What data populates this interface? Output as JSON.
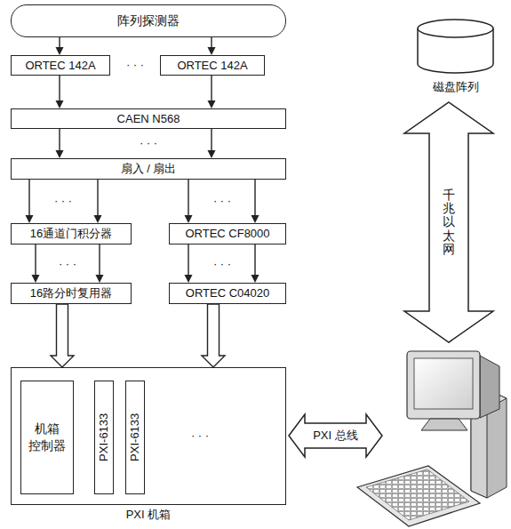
{
  "diagram": {
    "nodes": [
      {
        "text": [
          "阵列探测器"
        ]
      },
      {
        "text": [
          "ORTEC 142A"
        ]
      },
      {
        "text": [
          "ORTEC 142A"
        ]
      },
      {
        "text": [
          "CAEN N568"
        ]
      },
      {
        "text": [
          "扇入 / 扇出"
        ]
      },
      {
        "text": [
          "16通道门积分器"
        ]
      },
      {
        "text": [
          "ORTEC CF8000"
        ]
      },
      {
        "text": [
          "16路分时复用器"
        ]
      },
      {
        "text": [
          "ORTEC C04020"
        ]
      },
      {
        "text": [
          "PXI 机箱"
        ]
      },
      {
        "text": [
          "机箱 控制器"
        ],
        "in": 9
      },
      {
        "text": [
          "PXI-6133"
        ],
        "in": 9
      },
      {
        "text": [
          "PXI-6133"
        ],
        "in": 9
      },
      {
        "text": [
          "磁盘阵列"
        ]
      }
    ],
    "edges": [
      {
        "from": 0,
        "to": 1,
        "arrow": "to"
      },
      {
        "from": 0,
        "to": 2,
        "arrow": "to"
      },
      {
        "from": 1,
        "to": 3,
        "arrow": "to"
      },
      {
        "from": 2,
        "to": 3,
        "arrow": "to"
      },
      {
        "from": 3,
        "to": 4,
        "arrow": "to"
      },
      {
        "from": 3,
        "to": 4,
        "arrow": "to"
      },
      {
        "from": 4,
        "to": 5,
        "arrow": "to"
      },
      {
        "from": 4,
        "to": 5,
        "arrow": "to"
      },
      {
        "from": 4,
        "to": 6,
        "arrow": "to"
      },
      {
        "from": 4,
        "to": 6,
        "arrow": "to"
      },
      {
        "from": 5,
        "to": 7,
        "arrow": "to"
      },
      {
        "from": 5,
        "to": 7,
        "arrow": "to"
      },
      {
        "from": 6,
        "to": 8,
        "arrow": "to"
      },
      {
        "from": 6,
        "to": 8,
        "arrow": "to"
      },
      {
        "from": 7,
        "to": 9,
        "arrow": "to"
      },
      {
        "from": 8,
        "to": 9,
        "arrow": "to"
      }
    ],
    "labels": [
      "· · ·",
      "· · ·",
      "· · ·",
      "· · ·",
      "· · ·",
      "· · ·",
      "· · ·",
      "千兆以太网",
      "PXI 总线"
    ]
  }
}
